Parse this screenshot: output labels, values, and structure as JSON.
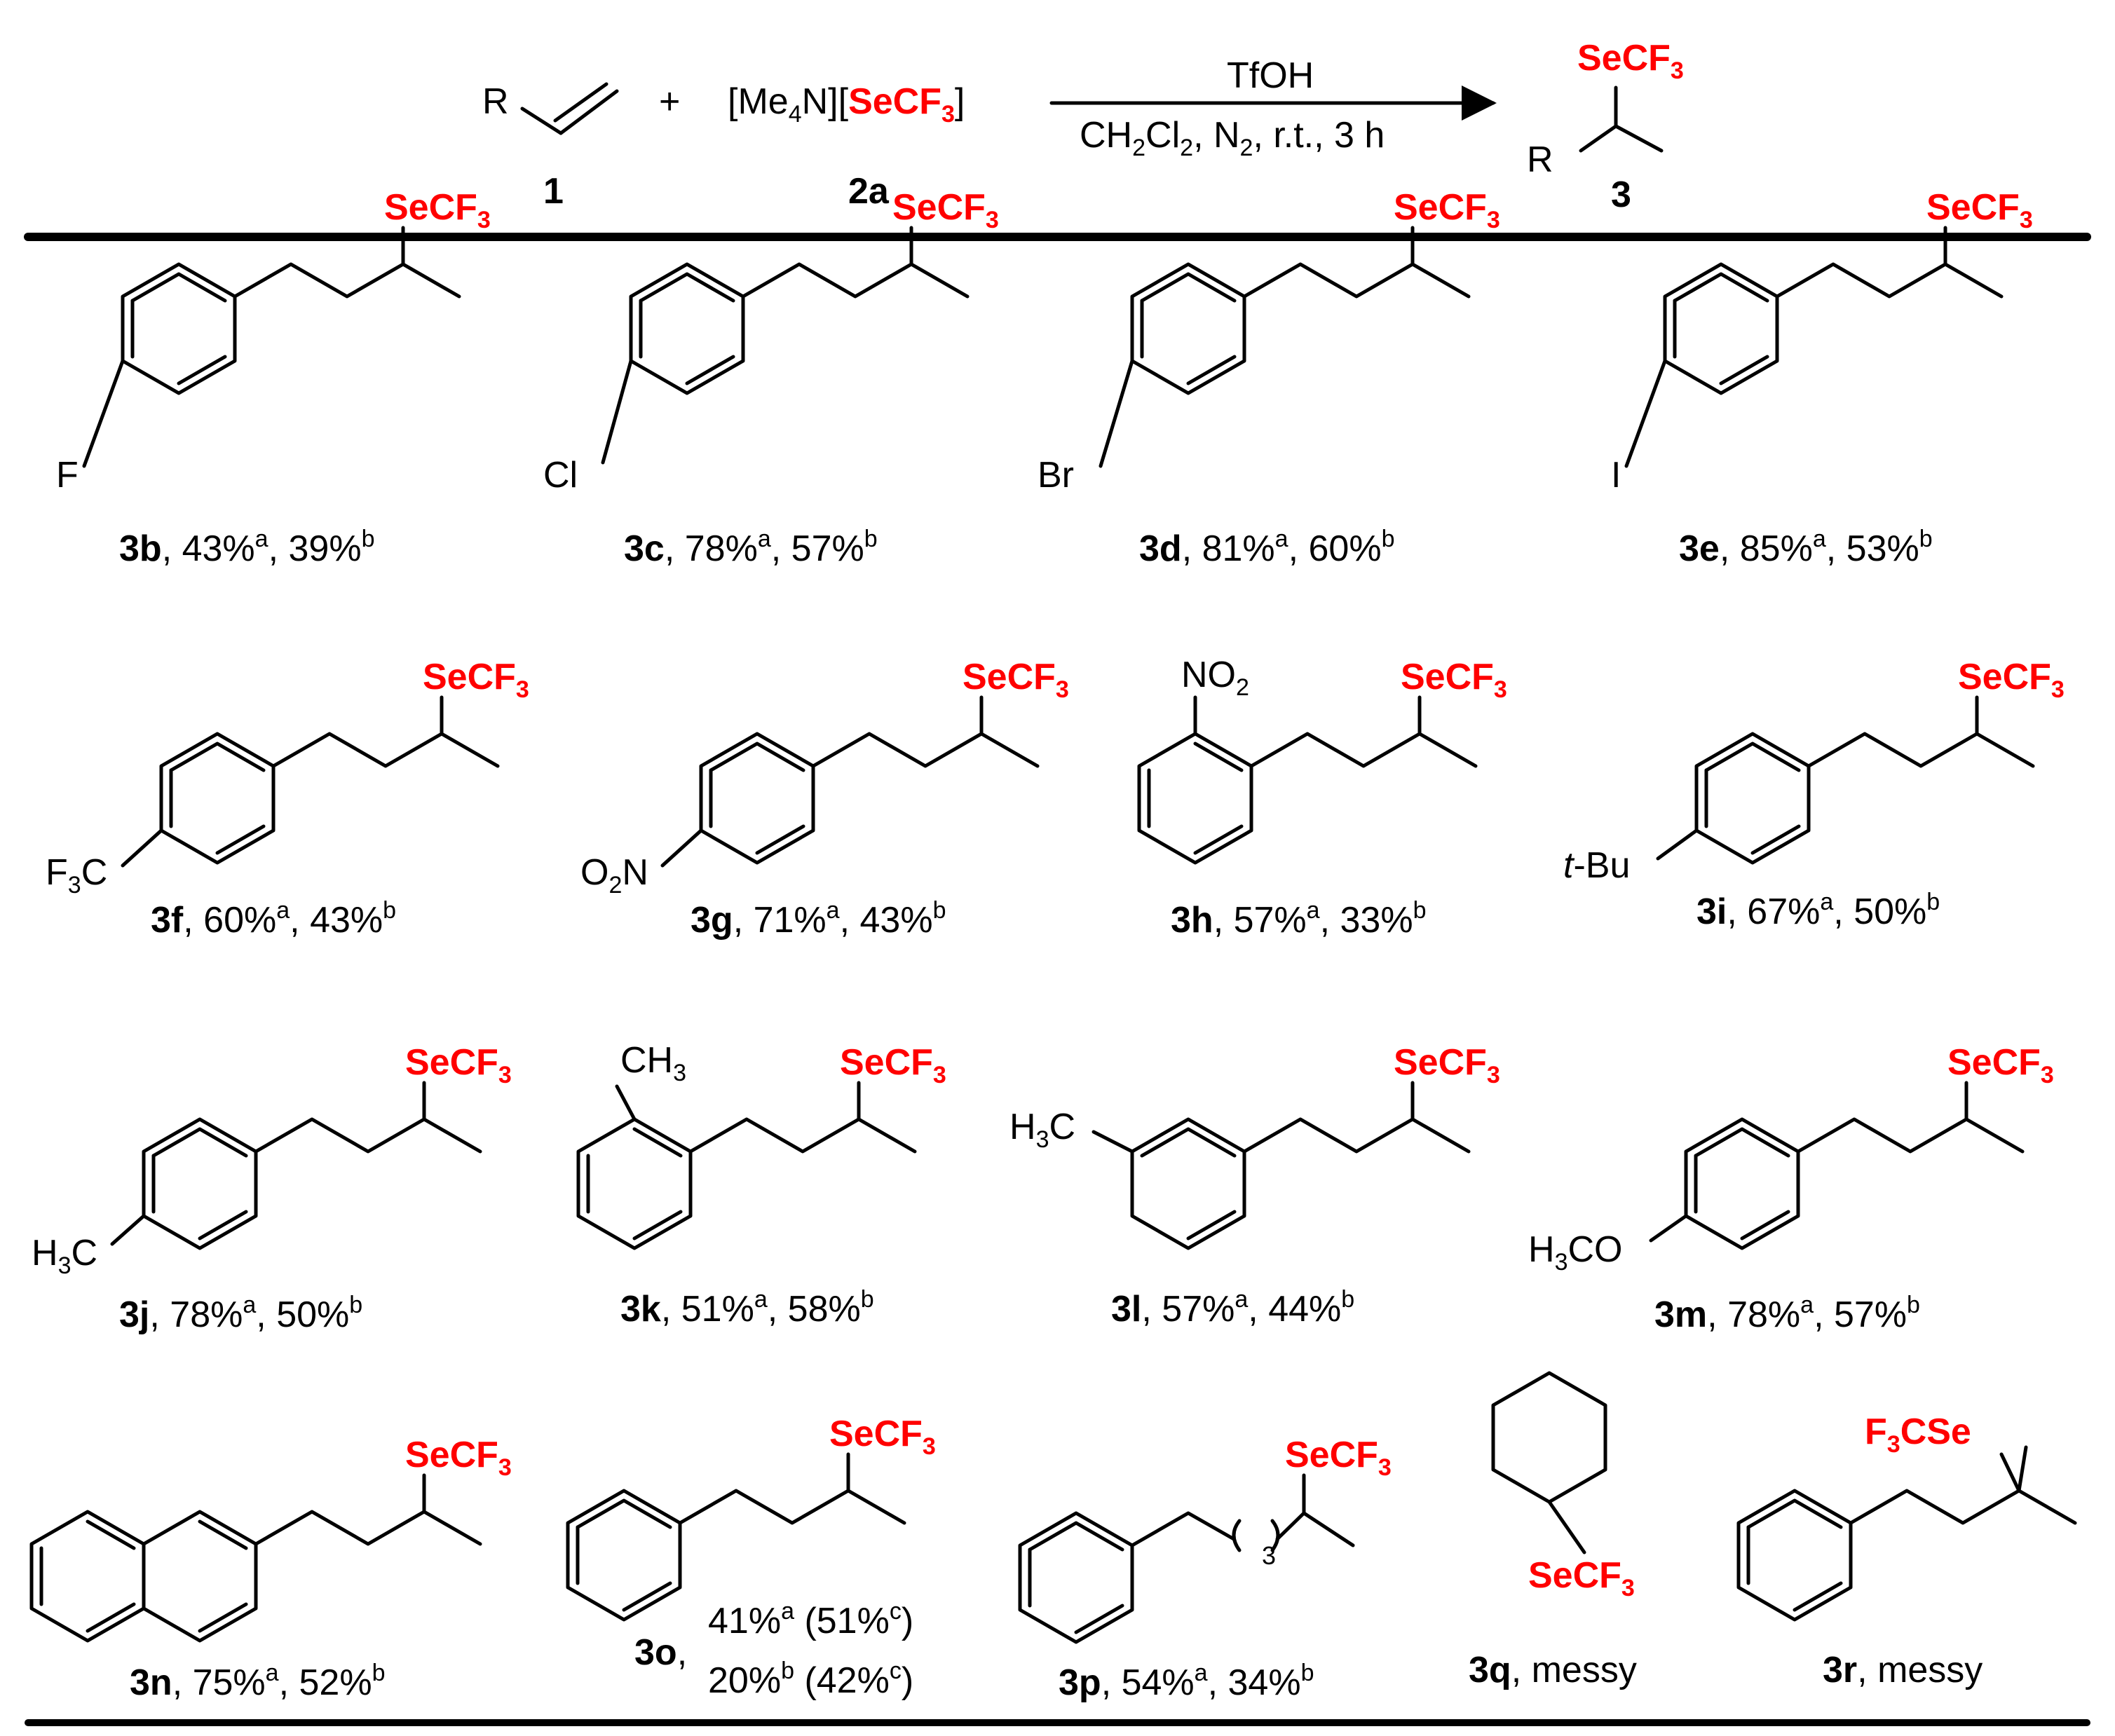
{
  "colors": {
    "accent": "#ff0000",
    "ink": "#000000"
  },
  "scheme": {
    "alkene_R": "R",
    "plus": "+",
    "reagent_left": "[Me",
    "reagent_sub": "4",
    "reagent_mid": "N][",
    "reagent_red": "SeCF",
    "reagent_red_sub": "3",
    "reagent_end": "]",
    "arrow_top": "TfOH",
    "arrow_bottom": {
      "p1": "CH",
      "s1": "2",
      "p2": "Cl",
      "s2": "2",
      "p3": ", N",
      "s3": "2",
      "p4": ", r.t., 3 h"
    },
    "product_R": "R",
    "label_1": "1",
    "label_2a": "2a",
    "label_3": "3"
  },
  "compounds": [
    {
      "id": "3b",
      "sub": "F",
      "y1": "43%",
      "s1": "a",
      "y2": "39%",
      "s2": "b"
    },
    {
      "id": "3c",
      "sub": "Cl",
      "y1": "78%",
      "s1": "a",
      "y2": "57%",
      "s2": "b"
    },
    {
      "id": "3d",
      "sub": "Br",
      "y1": "81%",
      "s1": "a",
      "y2": "60%",
      "s2": "b"
    },
    {
      "id": "3e",
      "sub": "I",
      "y1": "85%",
      "s1": "a",
      "y2": "53%",
      "s2": "b"
    },
    {
      "id": "3f",
      "sub": "F",
      "sub_s": "3",
      "sub_e": "C",
      "y1": "60%",
      "s1": "a",
      "y2": "43%",
      "s2": "b"
    },
    {
      "id": "3g",
      "sub": "O",
      "sub_s": "2",
      "sub_e": "N",
      "y1": "71%",
      "s1": "a",
      "y2": "43%",
      "s2": "b"
    },
    {
      "id": "3h",
      "sub": "NO",
      "sub_s": "2",
      "y1": "57%",
      "s1": "a",
      "y2": "33%",
      "s2": "b"
    },
    {
      "id": "3i",
      "sub": "t",
      "sub_e": "-Bu",
      "y1": "67%",
      "s1": "a",
      "y2": "50%",
      "s2": "b"
    },
    {
      "id": "3j",
      "sub": "H",
      "sub_s": "3",
      "sub_e": "C",
      "y1": "78%",
      "s1": "a",
      "y2": "50%",
      "s2": "b"
    },
    {
      "id": "3k",
      "sub": "CH",
      "sub_s": "3",
      "y1": "51%",
      "s1": "a",
      "y2": "58%",
      "s2": "b"
    },
    {
      "id": "3l",
      "sub": "H",
      "sub_s": "3",
      "sub_e": "C",
      "y1": "57%",
      "s1": "a",
      "y2": "44%",
      "s2": "b"
    },
    {
      "id": "3m",
      "sub": "H",
      "sub_s": "3",
      "sub_e": "CO",
      "y1": "78%",
      "s1": "a",
      "y2": "57%",
      "s2": "b"
    },
    {
      "id": "3n",
      "y1": "75%",
      "s1": "a",
      "y2": "52%",
      "s2": "b"
    },
    {
      "id": "3o",
      "line1": "41%",
      "l1s": "a",
      "line1b": " (51%",
      "l1c": "c",
      "line2": "20%",
      "l2s": "b",
      "line2b": " (42%",
      "l2c": "c"
    },
    {
      "id": "3p",
      "chain_sub": "3",
      "y1": "54%",
      "s1": "a",
      "y2": "34%",
      "s2": "b"
    },
    {
      "id": "3q",
      "note": "messy"
    },
    {
      "id": "3r",
      "note": "messy",
      "group": "F3CSe"
    }
  ],
  "group": {
    "main": "SeCF",
    "sub": "3",
    "alt": "F",
    "alt_sub": "3",
    "alt_end": "CSe"
  }
}
